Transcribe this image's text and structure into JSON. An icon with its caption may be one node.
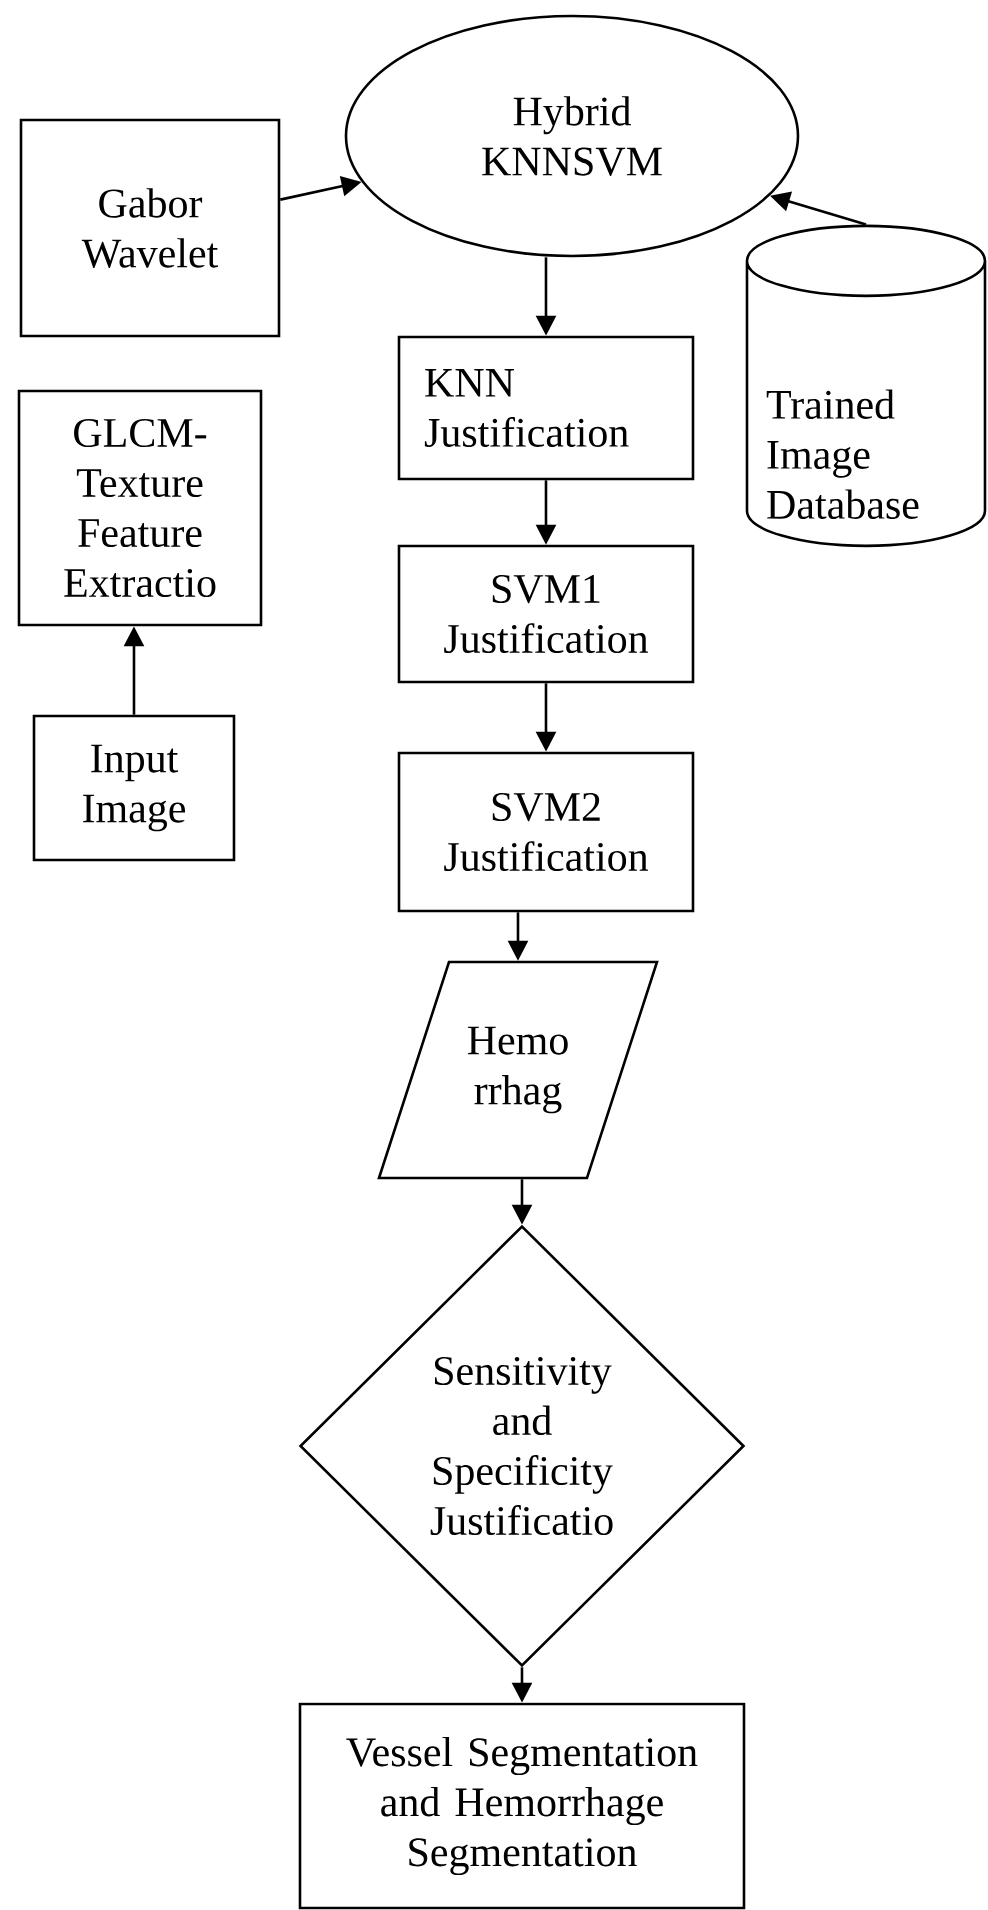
{
  "diagram": {
    "nodes": [
      {
        "text": [
          "Gabor Wavelet"
        ]
      },
      {
        "text": [
          "Hybrid KNNSVM"
        ]
      },
      {
        "text": [
          "Trained Image Database"
        ]
      },
      {
        "text": [
          "GLCM-Texture Feature Extractio"
        ]
      },
      {
        "text": [
          "KNN Justification"
        ]
      },
      {
        "text": [
          "SVM1 Justification"
        ]
      },
      {
        "text": [
          "Input Image"
        ]
      },
      {
        "text": [
          "SVM2 Justification"
        ]
      },
      {
        "text": [
          "Hemo rrhag"
        ]
      },
      {
        "text": [
          "Sensitivity and Specificity Justificatio"
        ]
      },
      {
        "text": [
          "Vessel Segmentation and Hemorrhage Segmentation"
        ]
      }
    ],
    "edges": [
      {
        "from": 0,
        "to": 1,
        "arrow": "to"
      },
      {
        "from": 2,
        "to": 1,
        "arrow": "to"
      },
      {
        "from": 1,
        "to": 4,
        "arrow": "to"
      },
      {
        "from": 4,
        "to": 5,
        "arrow": "to"
      },
      {
        "from": 5,
        "to": 7,
        "arrow": "to"
      },
      {
        "from": 6,
        "to": 3,
        "arrow": "to"
      },
      {
        "from": 7,
        "to": 8,
        "arrow": "to"
      },
      {
        "from": 8,
        "to": 9,
        "arrow": "to"
      },
      {
        "from": 9,
        "to": 10,
        "arrow": "to"
      }
    ]
  }
}
